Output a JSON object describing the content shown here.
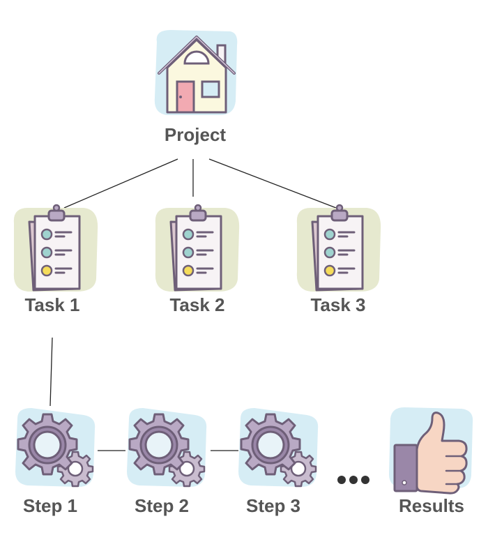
{
  "project": {
    "label": "Project"
  },
  "tasks": [
    {
      "label": "Task 1"
    },
    {
      "label": "Task 2"
    },
    {
      "label": "Task 3"
    }
  ],
  "steps": [
    {
      "label": "Step 1"
    },
    {
      "label": "Step 2"
    },
    {
      "label": "Step 3"
    }
  ],
  "results": {
    "label": "Results"
  },
  "icons": {
    "project": "house-icon",
    "task": "clipboard-checklist-icon",
    "step": "gears-icon",
    "results": "thumbs-up-icon",
    "continuation": "ellipsis-icon"
  },
  "colors": {
    "outline": "#6e5f78",
    "gear_fill": "#b9a9c4",
    "house_bg": "#d6edf5",
    "task_bg": "#e6e9cf",
    "label": "#555555"
  }
}
